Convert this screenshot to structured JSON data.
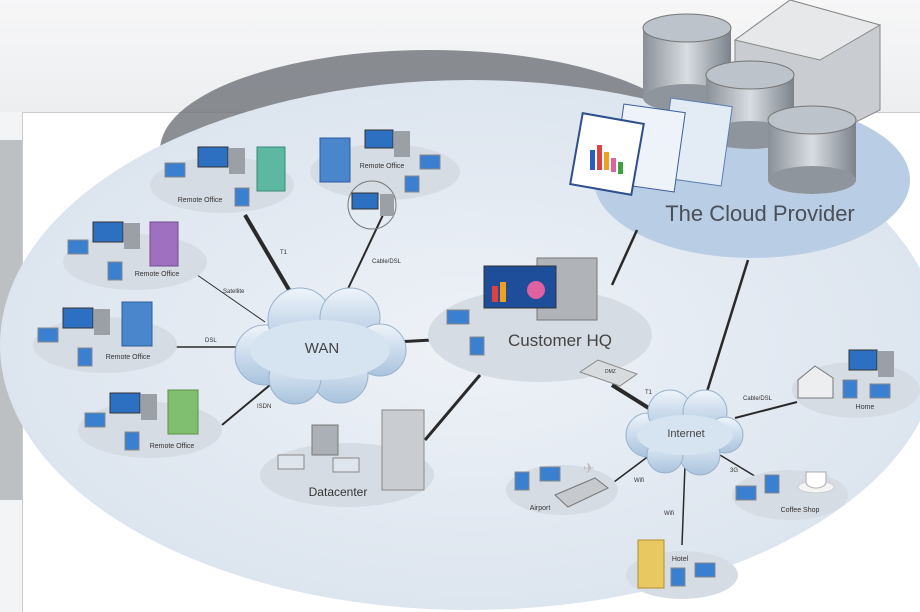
{
  "diagram": {
    "cloud_provider": "The Cloud Provider",
    "wan": "WAN",
    "customer_hq": "Customer HQ",
    "datacenter": "Datacenter",
    "internet": "Internet",
    "dmz": "DMZ",
    "sites": {
      "remote_office": "Remote Office",
      "home": "Home",
      "airport": "Airport",
      "coffee_shop": "Coffee Shop",
      "hotel": "Hotel"
    },
    "links": {
      "t1_ro": "T1",
      "cable_dsl_ro": "Cable/DSL",
      "satellite": "Satellite",
      "dsl": "DSL",
      "isdn": "ISDN",
      "t1_dmz": "T1",
      "cable_dsl_home": "Cable/DSL",
      "wifi_airport": "Wifi",
      "wifi_hotel": "Wifi",
      "g3": "3G"
    },
    "colors": {
      "ellipse": "#dfe7f1",
      "cloud_provider": "#b8cde6",
      "site": "#d6dce4",
      "line": "#2a2a2a"
    }
  }
}
